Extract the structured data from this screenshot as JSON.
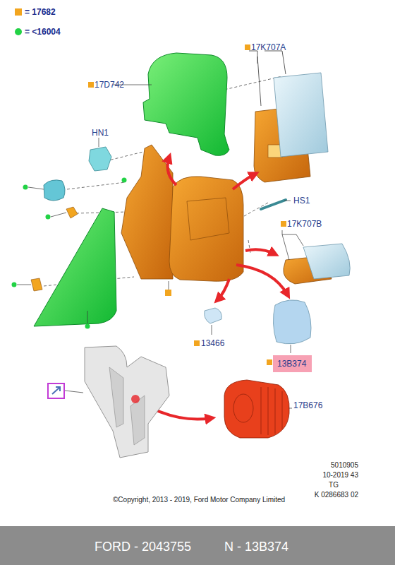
{
  "diagram": {
    "nodes": [
      {
        "text": [
          "13B374"
        ]
      }
    ],
    "labels": [
      "17K707A",
      "17D742",
      "HN1",
      "HS1",
      "17K707B",
      "13466",
      "17B676",
      "5010905",
      "10-2019 43",
      "TG",
      "K 0286683 02",
      "©Copyright, 2013 - 2019, Ford Motor Company Limited",
      "FORD - 2043755",
      "N - 13B374"
    ],
    "legend": [
      {
        "text": "= 17682",
        "color": "#f2a51f"
      },
      {
        "text": "= <16004",
        "color": "#22d245"
      }
    ]
  }
}
